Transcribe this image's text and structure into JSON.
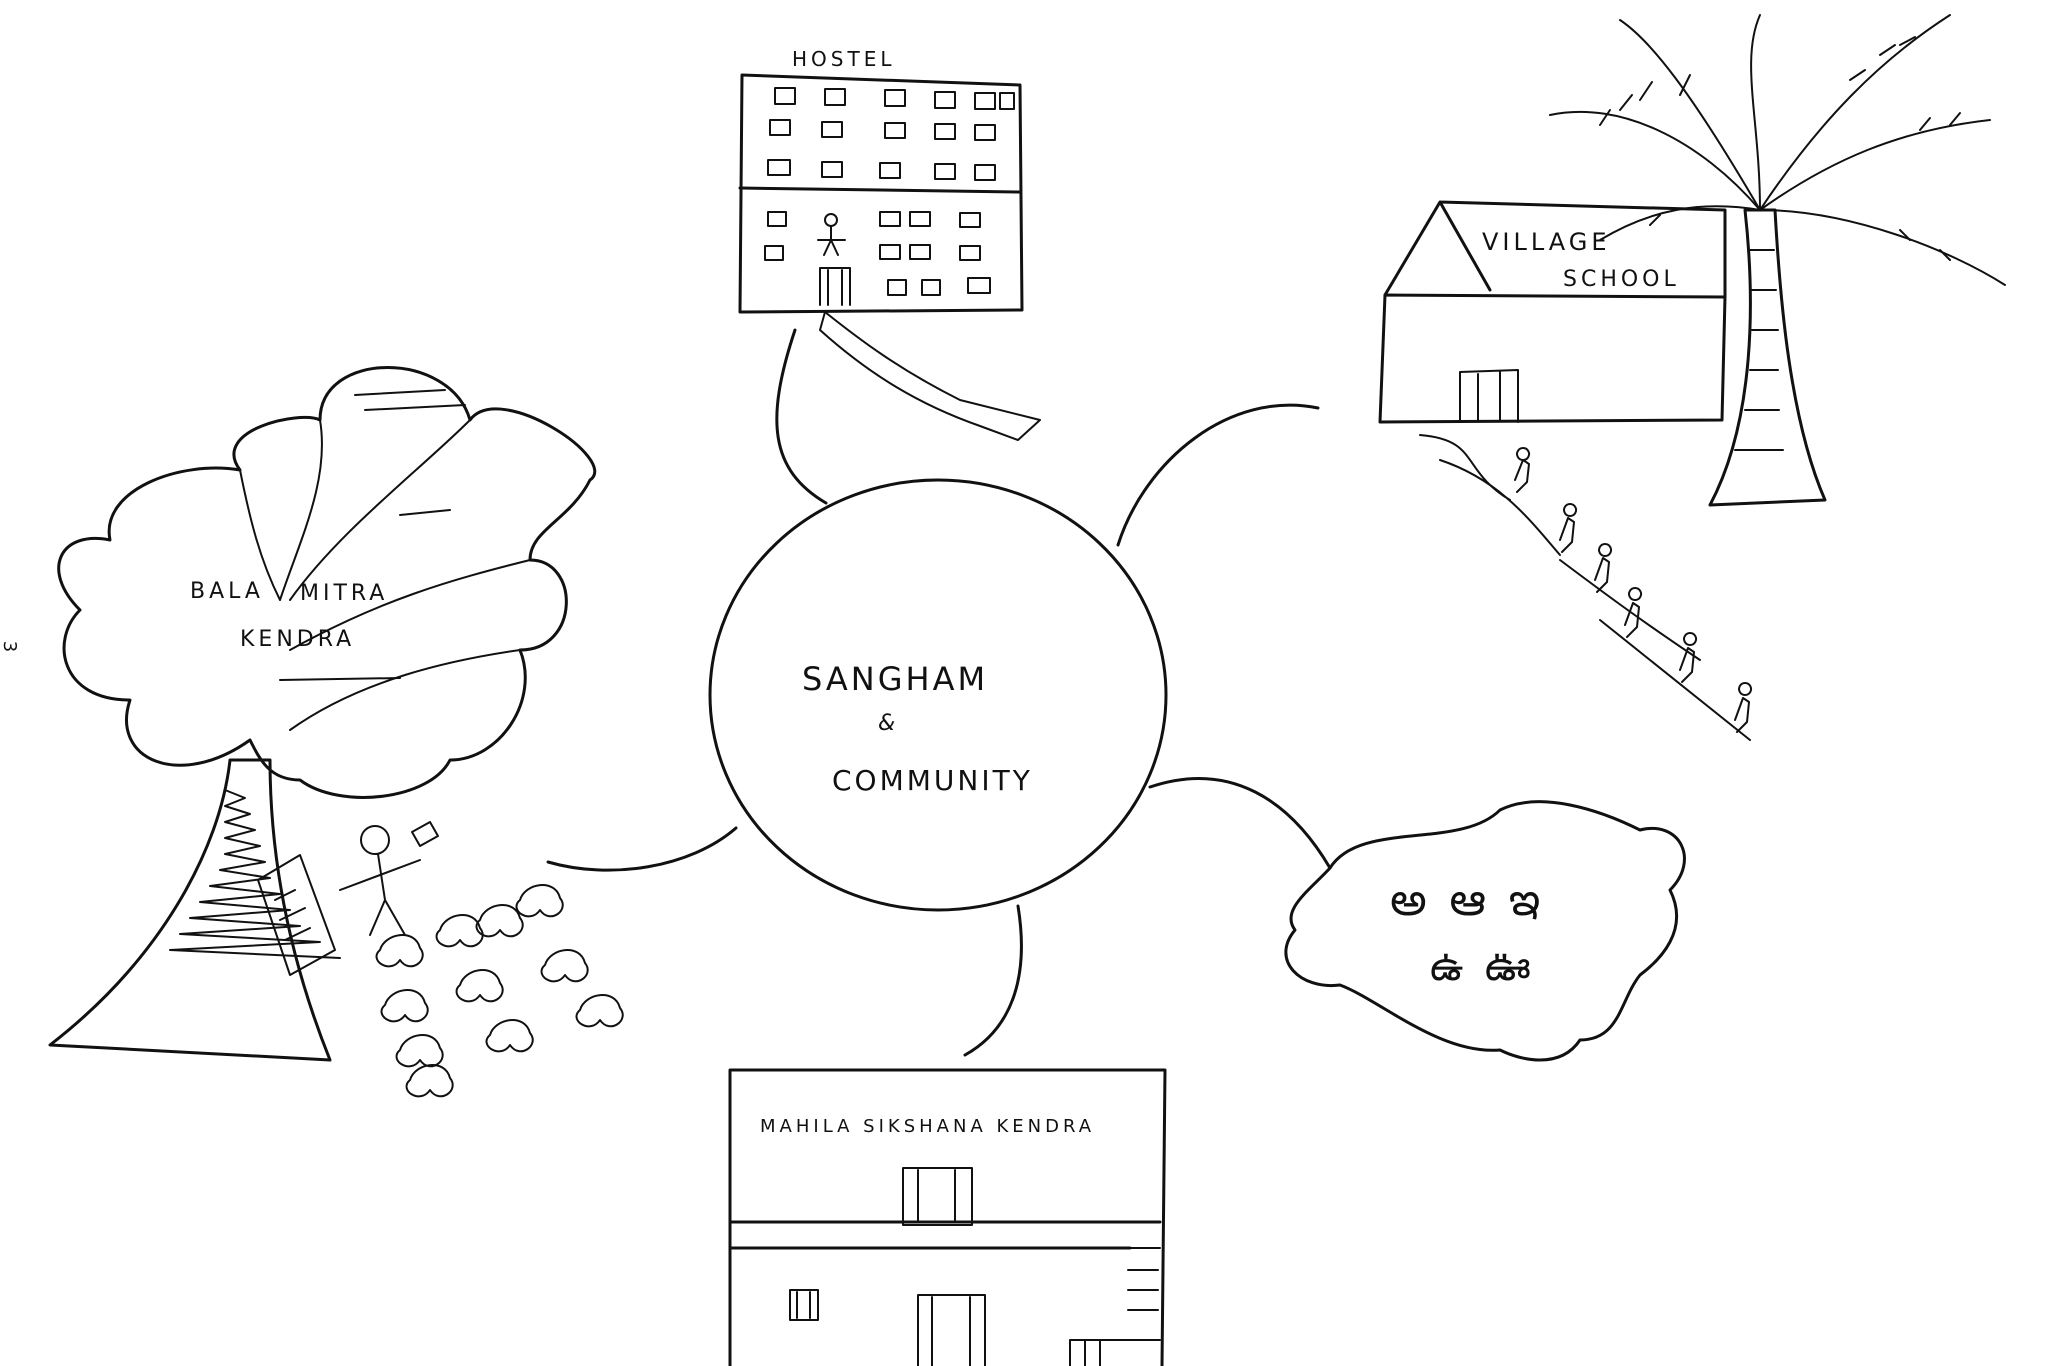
{
  "page_number": "3",
  "center": {
    "line1": "SANGHAM",
    "ampersand": "&",
    "line2": "COMMUNITY"
  },
  "nodes": {
    "hostel": {
      "label": "HOSTEL"
    },
    "village_school": {
      "line1": "VILLAGE",
      "line2": "SCHOOL"
    },
    "bala_mitra": {
      "line1a": "BALA",
      "line1b": "MITRA",
      "line2": "KENDRA"
    },
    "mahila": {
      "label": "MAHILA SIKSHANA KENDRA"
    },
    "script_cloud": {
      "row1": "అ ఆ ఇ",
      "row2": "ఉ ఊ"
    }
  }
}
